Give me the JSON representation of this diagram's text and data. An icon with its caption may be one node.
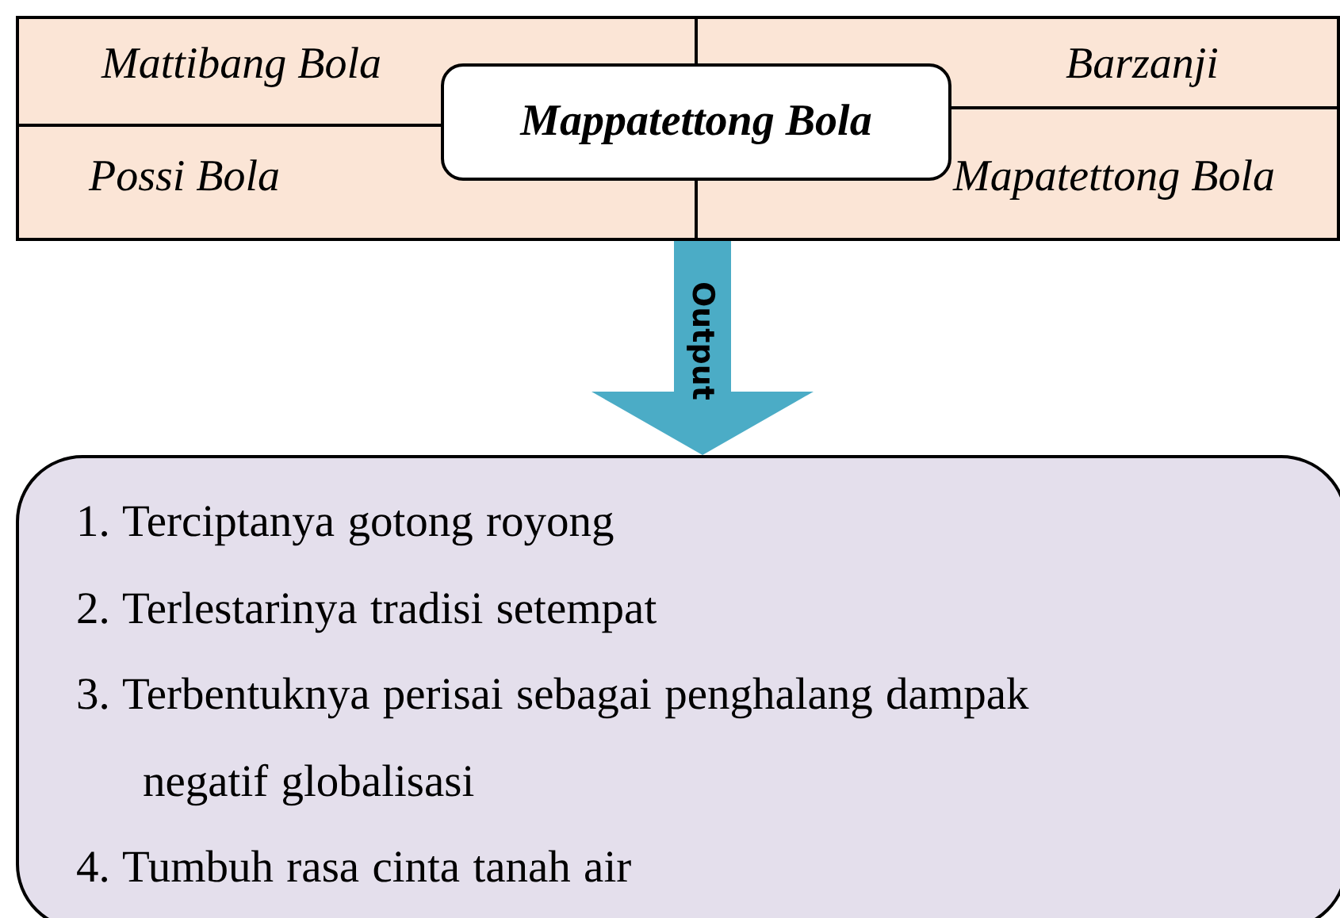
{
  "diagram": {
    "nodes": [
      {
        "text": [],
        "shape": "box"
      },
      {
        "text": [
          "Mattibang Bola"
        ],
        "in": 0
      },
      {
        "text": [
          "Barzanji"
        ],
        "in": 0
      },
      {
        "text": [
          "Possi Bola"
        ],
        "in": 0
      },
      {
        "text": [
          "Mapatettong Bola"
        ],
        "in": 0
      },
      {
        "text": [
          "Mappatettong Bola"
        ],
        "in": 0
      },
      {
        "text": [
          "1. Terciptanya gotong royong",
          "2. Terlestarinya tradisi setempat",
          "3. Terbentuknya perisai sebagai penghalang dampak negatif globalisasi",
          "4. Tumbuh rasa cinta tanah air"
        ]
      }
    ],
    "edges": [
      {
        "from": 0,
        "to": 6,
        "arrow": "to",
        "label": "Output",
        "color": "#4bacc6"
      }
    ]
  }
}
